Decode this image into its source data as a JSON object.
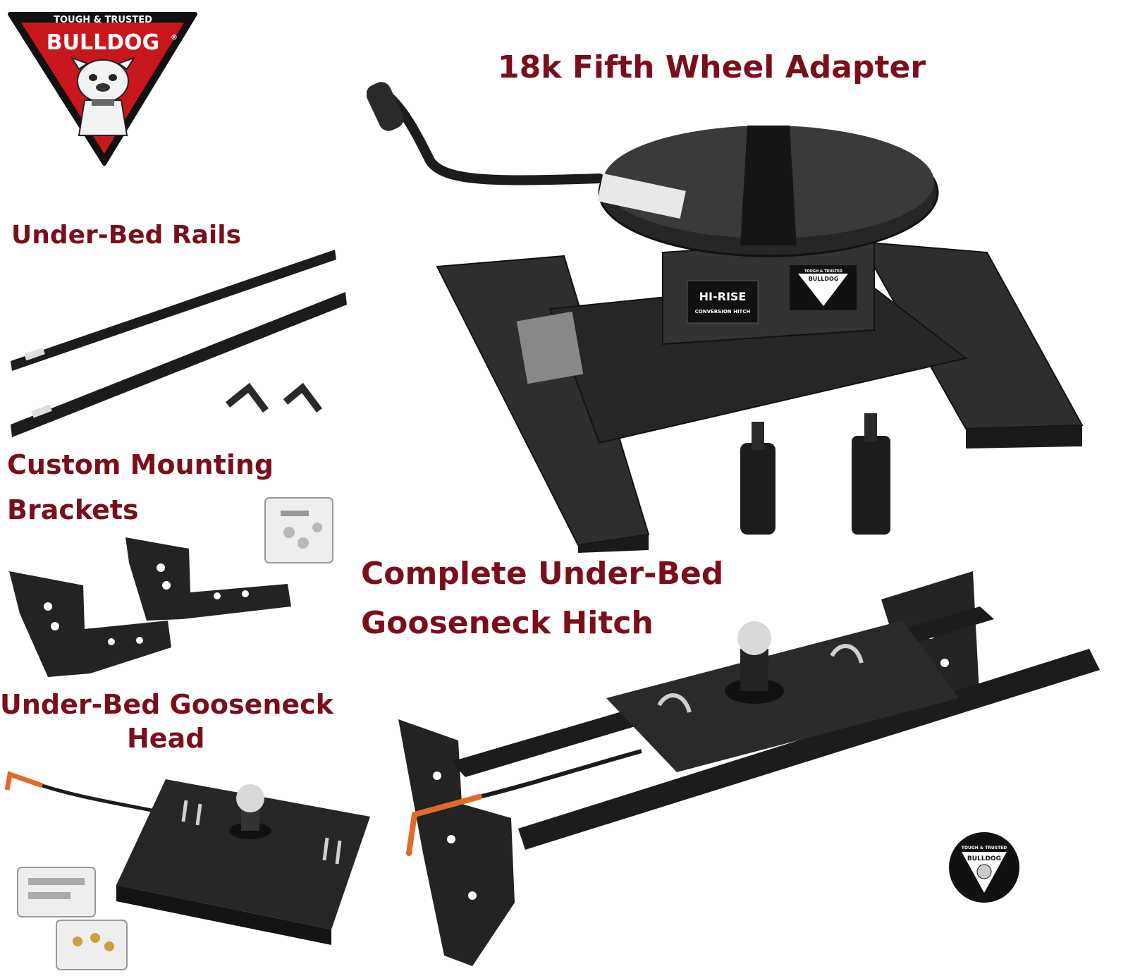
{
  "colors": {
    "caption": "#7a0f1c",
    "metal_black": "#1c1c1c",
    "metal_dark": "#2e2e2e",
    "logo_red": "#c8161d",
    "handle_orange": "#e06a2a",
    "chrome": "#d9d9d9"
  },
  "brand": {
    "tagline": "TOUGH & TRUSTED",
    "name": "BULLDOG",
    "reg_mark": "®",
    "mascot_icon": "bulldog-mascot-icon"
  },
  "captions": {
    "fifth_wheel": "18k Fifth Wheel Adapter",
    "rails": "Under-Bed Rails",
    "brackets_line1": "Custom Mounting",
    "brackets_line2": "Brackets",
    "complete_line1": "Complete Under-Bed",
    "complete_line2": "Gooseneck Hitch",
    "head_line1": "Under-Bed Gooseneck",
    "head_line2": "Head"
  },
  "product_labels": {
    "hirise_main": "HI-RISE",
    "hirise_sub": "CONVERSION HITCH",
    "badge_small_tagline": "TOUGH & TRUSTED",
    "badge_small_name": "BULLDOG"
  }
}
